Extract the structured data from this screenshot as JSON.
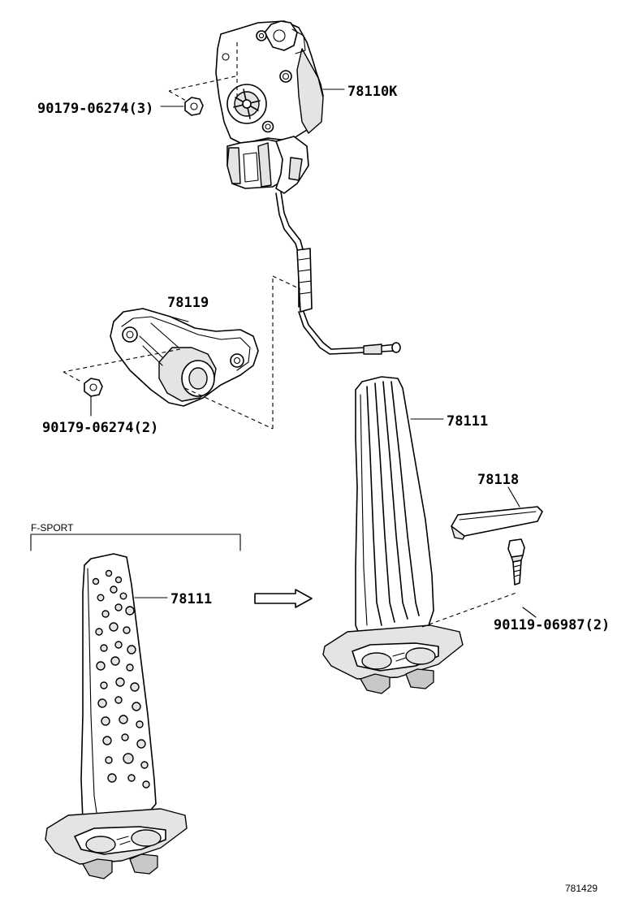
{
  "parts": {
    "sensor_assembly": "78110K",
    "nut_upper": "90179-06274(3)",
    "bracket": "78119",
    "nut_lower": "90179-06274(2)",
    "pedal_pad": "78111",
    "cover": "78118",
    "bolt": "90119-06987(2)",
    "fsport_pedal_pad": "78111"
  },
  "variant_label": "F-SPORT",
  "diagram_id": "781429"
}
